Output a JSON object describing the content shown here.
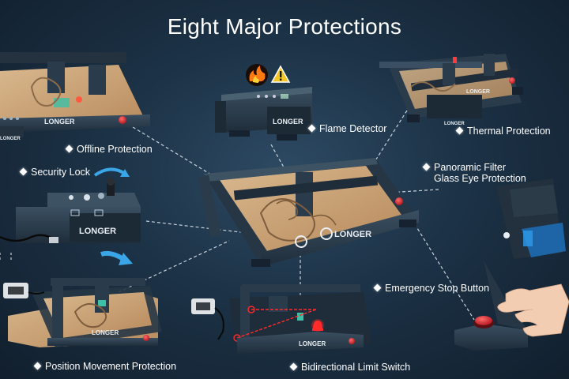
{
  "title": "Eight Major Protections",
  "brand_name": "LONGER",
  "features": [
    {
      "label": "Offline Protection"
    },
    {
      "label": "Security Lock"
    },
    {
      "label": "Flame Detector"
    },
    {
      "label": "Thermal Protection"
    },
    {
      "label": "Panoramic Filter",
      "label2": "Glass Eye Protection"
    },
    {
      "label": "Emergency Stop Button"
    },
    {
      "label": "Position Movement Protection"
    },
    {
      "label": "Bidirectional Limit Switch"
    }
  ],
  "icons": [
    "flame-icon",
    "warning-icon",
    "hand-icon",
    "rotate-arrow-icon"
  ],
  "colors": {
    "background": "#1c3246",
    "machine": "#2a3c4c",
    "wood": "#caa57a",
    "stop_button": "#d8222a",
    "laser_beam": "#ff2a2a",
    "warning": "#f4c623"
  }
}
